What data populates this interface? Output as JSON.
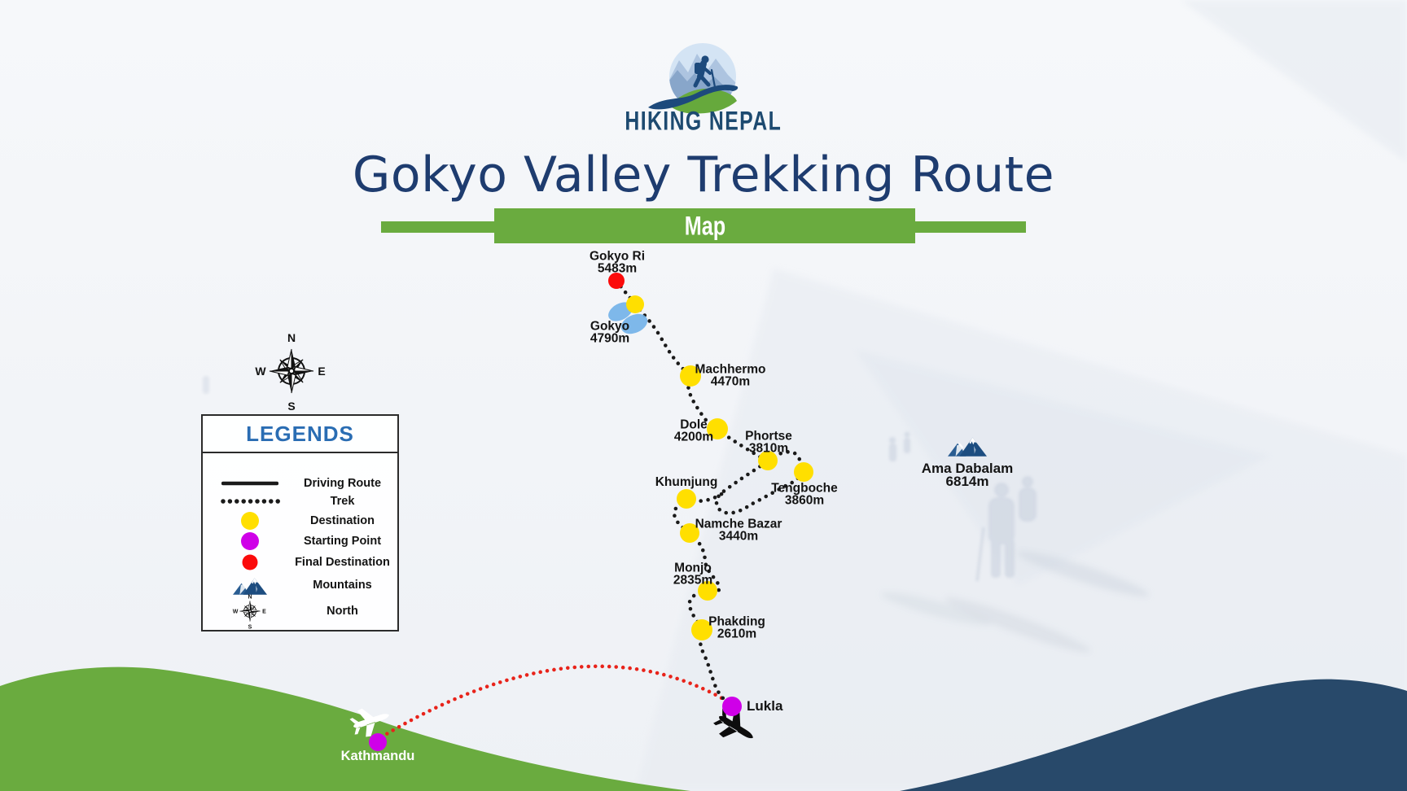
{
  "header": {
    "brand": "HIKING NEPAL",
    "title": "Gokyo Valley Trekking Route",
    "banner_label": "Map"
  },
  "legend": {
    "title": "LEGENDS",
    "items": [
      {
        "key": "driving-route",
        "label": "Driving Route"
      },
      {
        "key": "trek",
        "label": "Trek"
      },
      {
        "key": "destination",
        "label": "Destination"
      },
      {
        "key": "starting-point",
        "label": "Starting Point"
      },
      {
        "key": "final-destination",
        "label": "Final Destination"
      },
      {
        "key": "mountains",
        "label": "Mountains"
      },
      {
        "key": "north",
        "label": "North"
      }
    ]
  },
  "compass": {
    "north": "N",
    "east": "E",
    "south": "S",
    "west": "W"
  },
  "map": {
    "waypoints": [
      {
        "name": "Gokyo Ri",
        "elevation": "5483m",
        "type": "final-destination"
      },
      {
        "name": "Gokyo",
        "elevation": "4790m",
        "type": "destination"
      },
      {
        "name": "Machhermo",
        "elevation": "4470m",
        "type": "destination"
      },
      {
        "name": "Dole",
        "elevation": "4200m",
        "type": "destination"
      },
      {
        "name": "Phortse",
        "elevation": "3810m",
        "type": "destination"
      },
      {
        "name": "Tengboche",
        "elevation": "3860m",
        "type": "destination"
      },
      {
        "name": "Khumjung",
        "elevation": "",
        "type": "destination"
      },
      {
        "name": "Namche Bazar",
        "elevation": "3440m",
        "type": "destination"
      },
      {
        "name": "Monjo",
        "elevation": "2835m",
        "type": "destination"
      },
      {
        "name": "Phakding",
        "elevation": "2610m",
        "type": "destination"
      },
      {
        "name": "Lukla",
        "elevation": "",
        "type": "starting-point"
      },
      {
        "name": "Kathmandu",
        "elevation": "",
        "type": "starting-point"
      }
    ],
    "peak": {
      "name": "Ama Dabalam",
      "elevation": "6814m"
    }
  },
  "colors": {
    "accent_green": "#6aab3f",
    "navy_title": "#1e3c6f",
    "logo_navy": "#1d4a7c",
    "legend_blue": "#2a6db3",
    "wave_blue": "#28496a",
    "trek_black": "#1a1a1a",
    "flight_red": "#e8231a",
    "destination_yellow": "#ffdf00",
    "starting_magenta": "#cf00e8",
    "final_red": "#fb0b0b",
    "lake_blue": "#72b2e8"
  }
}
